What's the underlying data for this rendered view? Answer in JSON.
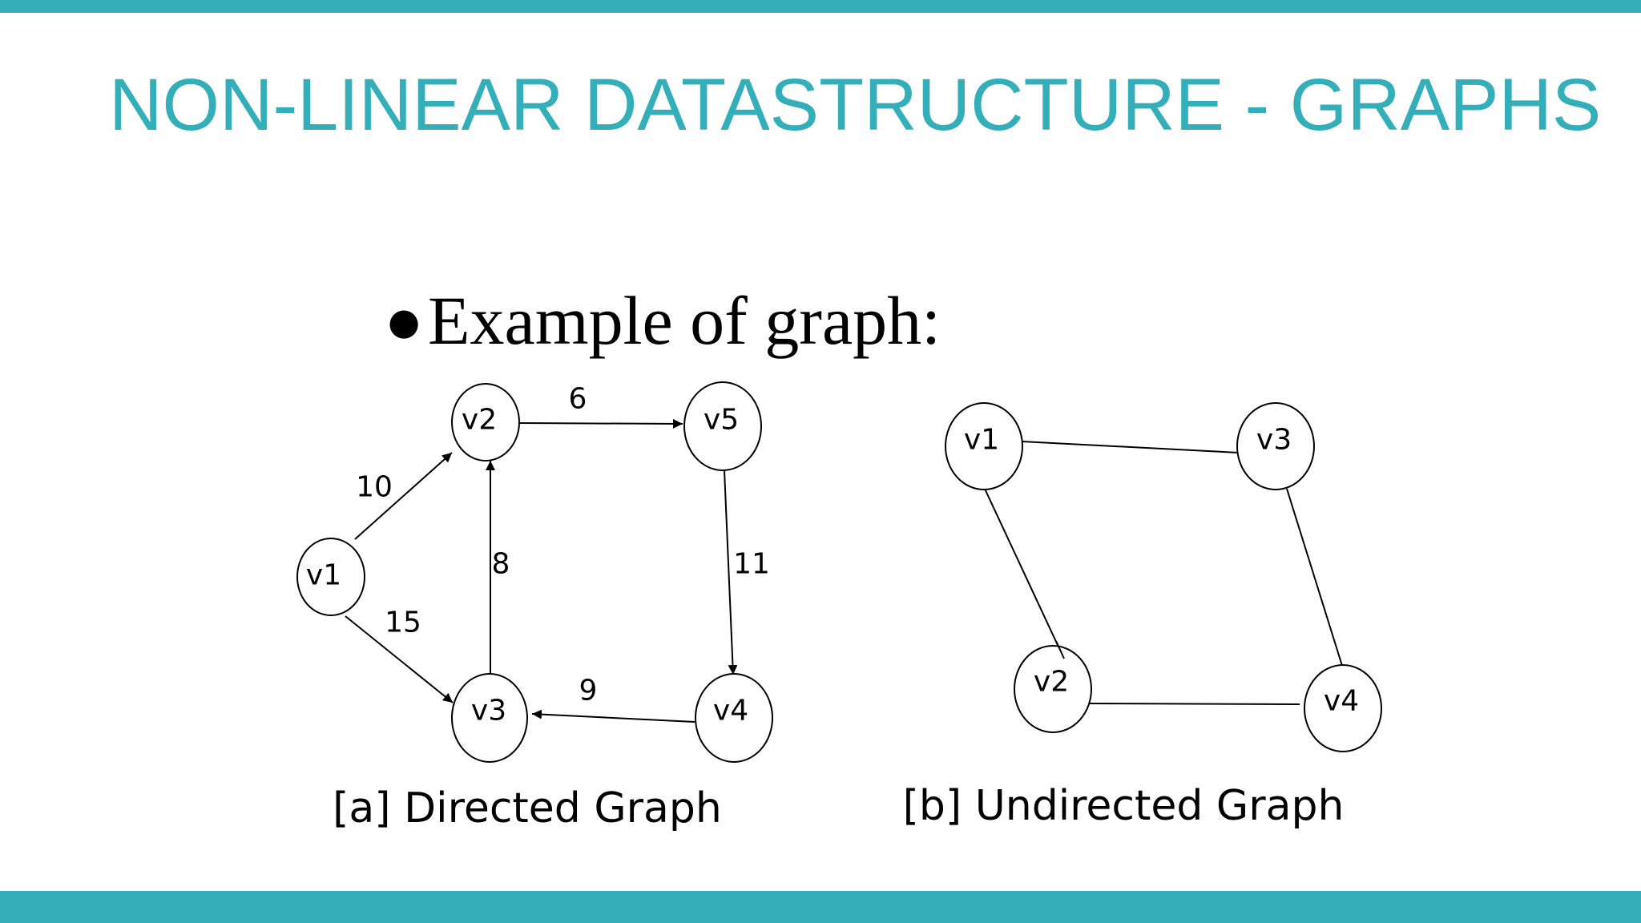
{
  "slide": {
    "title": "NON-LINEAR DATASTRUCTURE - GRAPHS",
    "bullet": "Example of graph:"
  },
  "colors": {
    "accent": "#34afb9",
    "ink": "#000000"
  },
  "directed_graph": {
    "caption": "[a] Directed Graph",
    "nodes": [
      "v1",
      "v2",
      "v3",
      "v4",
      "v5"
    ],
    "edges": [
      {
        "from": "v1",
        "to": "v2",
        "weight": "10"
      },
      {
        "from": "v1",
        "to": "v3",
        "weight": "15"
      },
      {
        "from": "v3",
        "to": "v2",
        "weight": "8"
      },
      {
        "from": "v2",
        "to": "v5",
        "weight": "6"
      },
      {
        "from": "v5",
        "to": "v4",
        "weight": "11"
      },
      {
        "from": "v4",
        "to": "v3",
        "weight": "9"
      }
    ]
  },
  "undirected_graph": {
    "caption": "[b] Undirected Graph",
    "nodes": [
      "v1",
      "v2",
      "v3",
      "v4"
    ],
    "edges": [
      {
        "a": "v1",
        "b": "v3"
      },
      {
        "a": "v1",
        "b": "v2"
      },
      {
        "a": "v3",
        "b": "v4"
      },
      {
        "a": "v2",
        "b": "v4"
      }
    ]
  }
}
